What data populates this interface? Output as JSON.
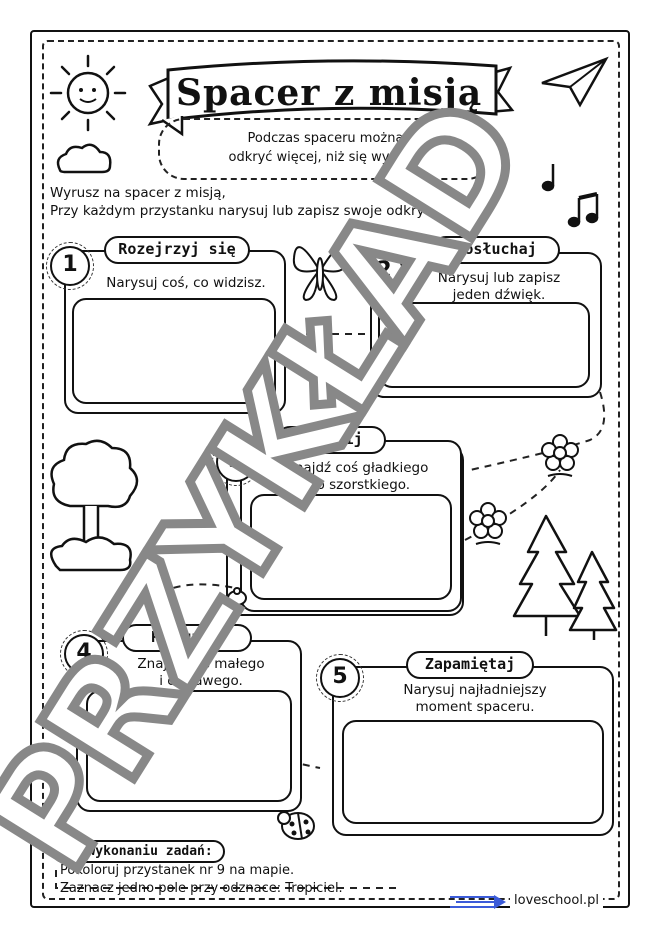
{
  "header": {
    "title": "Spacer z misją",
    "subtitle_line1": "Podczas spaceru można",
    "subtitle_line2": "odkryć więcej, niż się wydaje!"
  },
  "intro": {
    "line1": "Wyrusz na spacer z misją,",
    "line2": "Przy każdym przystanku narysuj lub zapisz swoje odkrycie."
  },
  "tasks": [
    {
      "number": "1",
      "title": "Rozejrzyj się",
      "desc": "Narysuj coś, co widzisz."
    },
    {
      "number": "2",
      "title": "Posłuchaj",
      "desc_line1": "Narysuj lub zapisz",
      "desc_line2": "jeden dźwięk."
    },
    {
      "number": "3",
      "title": "Dotknij",
      "desc_line1": "Znajdź coś gładkiego",
      "desc_line2": "lub szorstkiego."
    },
    {
      "number": "4",
      "title": "Poszukaj",
      "desc_line1": "Znajdź coś małego",
      "desc_line2": "i ciekawego."
    },
    {
      "number": "5",
      "title": "Zapamiętaj",
      "desc_line1": "Narysuj najładniejszy",
      "desc_line2": "moment spaceru."
    }
  ],
  "footer": {
    "label": "Po wykonaniu zadań:",
    "line1": "Pokoloruj przystanek nr 9 na mapie.",
    "line2": "Zaznacz jedno pole przy odznace: Tropiciel."
  },
  "brand": "loveschool.pl",
  "watermark": "PRZYKŁAD"
}
